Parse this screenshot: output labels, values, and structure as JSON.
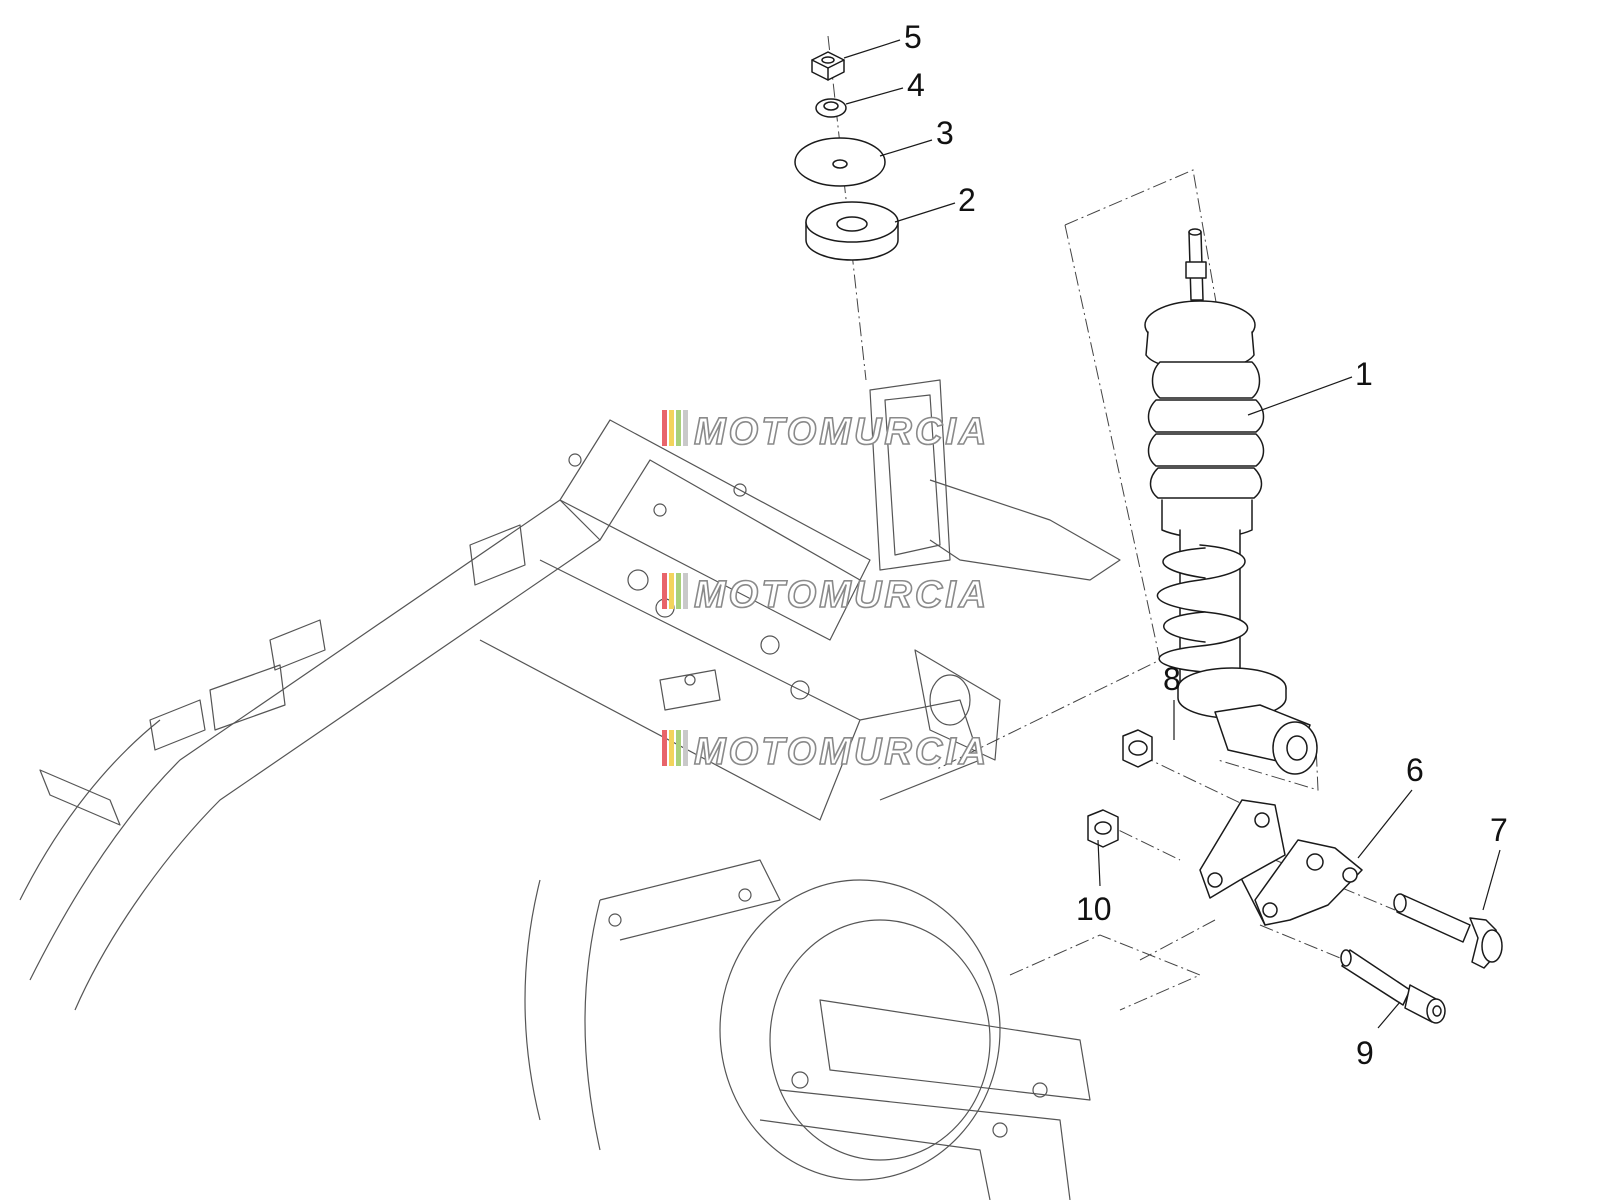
{
  "callouts": [
    {
      "label": "1"
    },
    {
      "label": "2"
    },
    {
      "label": "3"
    },
    {
      "label": "4"
    },
    {
      "label": "5"
    },
    {
      "label": "6"
    },
    {
      "label": "7"
    },
    {
      "label": "8"
    },
    {
      "label": "9"
    },
    {
      "label": "10"
    }
  ],
  "watermark": {
    "text": "MOTOMURCIA",
    "stripe_colors": [
      "#e8646a",
      "#f2d45c",
      "#a8d07a",
      "#c9c9c9"
    ]
  }
}
